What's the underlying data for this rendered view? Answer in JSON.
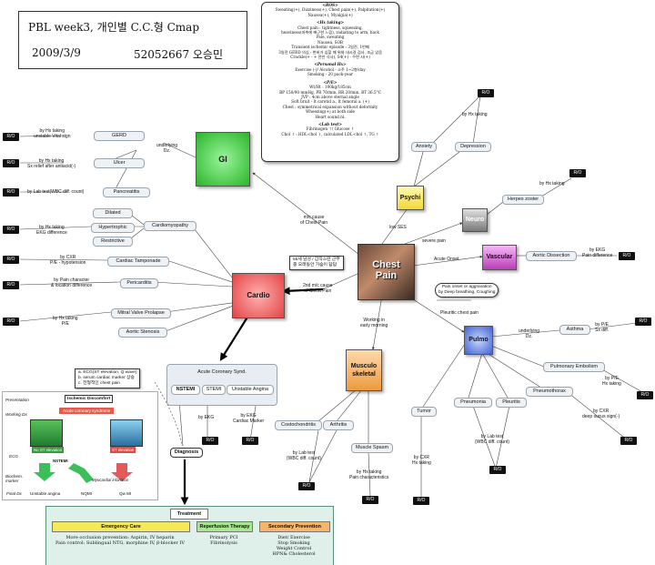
{
  "header": {
    "title": "PBL week3, 개인별 C.C.형 Cmap",
    "date": "2009/3/9",
    "student": "52052667 오승민"
  },
  "info_panel": {
    "ros_title": "<ROS>",
    "ros_lines": [
      "Sweating(+), Dizziness(+), Chest pain(+), Palpitation(+)",
      "Nausea(+), Myalgia(+)"
    ],
    "hx_title": "<Hx taking>",
    "hx_lines": [
      "Chest pain : tightness, squeezing,",
      "heaviness(좌측에 뻐근한 느낌), radiating to arm, back",
      "Pale, sweating",
      "Nausea, SOB",
      "Transient ischemic episode : 3일전, 1번째",
      "3일전 GERD 의심 - 변비가 심할 때 위와 내시경 검사, 조금 있음",
      "Crackle(+ - + 전만 식사), S4(+) - 수면 시(+)"
    ],
    "personal_title": "<Personal Hx>",
    "personal_lines": [
      "Exercise (-)/ Alcohol - 소주 1~2병/day",
      "Smoking - 20 pack-year"
    ],
    "pe_title": "<P/E>",
    "pe_lines": [
      "Wt/Ht : 100kg/185cm",
      "BP 150/90 mmHg, PR 70/min, RR 20/min, BT 36.5°C",
      "JVP : 4cm above sternal angle",
      "Soft bruit - lt carotid a., lt femoral a. (+)",
      "Chest : symmetrical expansion without deformity",
      "Wheezing(+) at both side",
      "Heart sound nl."
    ],
    "lab_title": "<Lab test>",
    "lab_lines": [
      "Fibrinogen ↑/ Glucose ↑",
      "Chol ↑ : HDL-chol ↓, calculated LDL-chol ↑, TG ↑"
    ]
  },
  "center": {
    "line1": "Chest",
    "line2": "Pain"
  },
  "hubs": {
    "gi": "GI",
    "cardio": "Cardio",
    "psychi": "Psychi",
    "neuro": "Neuro",
    "vascular": "Vascular",
    "pulmo": "Pulmo",
    "msk1": "Musculo",
    "msk2": "skeletal"
  },
  "nodes": {
    "gerd": "GERD",
    "ulcer": "Ulcer",
    "pancreatitis": "Pancreatitis",
    "dilated": "Dilated",
    "hypertrophic": "Hypertrophic",
    "restrictive": "Restrictive",
    "cardiomyopathy": "Cardiomyopathy",
    "tamponade": "Cardiac Tamponade",
    "pericarditis": "Pericarditis",
    "mvp": "Mitral Valve Prolapse",
    "aortic_stenosis": "Aortic Stenosis",
    "acs": "Acute Coronary Synd.",
    "nstemi": "NSTEMI",
    "stemi": "STEMI",
    "unstable": "Unstable Angina",
    "diagnosis": "Diagnosis",
    "anxiety": "Anxiety",
    "depression": "Depression",
    "herpes": "Herpes zoster",
    "aortic_dissection": "Aortic Dissection",
    "asthma": "Asthma",
    "pe": "Pulmonary Embolism",
    "pneumonia": "Pneumonia",
    "pleuritis": "Pleuritis",
    "pneumothorax": "Pneumothorax",
    "costochondritis": "Costochondritis",
    "arthritis": "Arthritis",
    "muscle_spasm": "Muscle Spasm",
    "tumor": "Tumor"
  },
  "ro_text": "R/O",
  "labels": {
    "gi_hx1": "by Hx taking",
    "gi_hx2": "unstable Vital sign",
    "underlying1": "underlying",
    "underlying2": "Dz.",
    "ulcer_hx1": "by Hx taking",
    "ulcer_hx2": "Sx relief after antiacid(-)",
    "panc_lab": "by Lab test(WBC diff. count)",
    "cm_hx1": "by Hx taking",
    "cm_hx2": "EKG difference",
    "tamp1": "by CXR",
    "tamp2": "P/E - hypotension",
    "peri1": "by Pain character",
    "peri2": "& location difference",
    "mvp1": "by Hx taking",
    "mvp2": "P/E",
    "gi_cause1": "m/c cause",
    "gi_cause2": "of Chest Pain",
    "cardio_cause1": "2nd m/c cause",
    "cardio_cause2": "of Chest Pain",
    "ses": "low SES",
    "severe": "severe pain",
    "acute": "Acute Onset",
    "psy_hx": "by Hx taking",
    "herpes_hx": "by Hx taking",
    "ad1": "by EKG",
    "ad2": "Pain difference",
    "pleuritic": "Pleuritic chest pain",
    "morning1": "Working in",
    "morning2": "early morning",
    "asthma_underlying1": "underlying",
    "asthma_underlying2": "Dz.",
    "asthma_pe1": "by P/E",
    "asthma_pe2": "Sx diff.",
    "pe_hx1": "by P/E",
    "pe_hx2": "Hx taking",
    "ptx1": "by CXR",
    "ptx2": "deep sucus sign(-)",
    "pulmo_lab1": "by Lab test",
    "pulmo_lab2": "(WBC diff. count)",
    "tumor1": "by CXR",
    "tumor2": "Hx taking",
    "msk_lab1": "by Lab test",
    "msk_lab2": "(WBC diff. count)",
    "spasm1": "by Hx taking",
    "spasm2": "Pain characteristics",
    "stemi_ekg": "by EKG",
    "ua1": "by EKG",
    "ua2": "Cardiac Marker"
  },
  "callouts": {
    "age": [
      "55세 남성 / 갑작스런 근무",
      "중 오래동안 가슴이 답답"
    ],
    "pain": [
      "Pain onset or aggravation",
      "by  Deep breathing, Coughing"
    ],
    "acs_dx": [
      "a. ECG(ST elevation, Q wave)",
      "b. serum cardiac marker 상승",
      "c. 전형적인 chest pain"
    ]
  },
  "ecg_panel": {
    "presentation": "Presentation",
    "working": "Working Dx",
    "ecg": "ECG",
    "biochem1": "Biochem.",
    "biochem2": "marker",
    "final": "Final Dx",
    "ischemic": "Ischemic Discomfort",
    "acs": "Acute coronary syndrome",
    "no_st": "No ST elevation",
    "st": "ST elevation",
    "nstemi": "NSTEMI",
    "unstable": "Unstable angina",
    "mi": "Myocardial infarction",
    "nqmi": "NQMI",
    "qwmi": "Qw MI"
  },
  "treatment": {
    "title": "Treatment",
    "emergency": "Emergency Care",
    "reperfusion": "Reperfusion Therapy",
    "secondary": "Secondary Prevention",
    "emergency_lines": [
      "More occlusion prevention: Aspirin, IV heparin",
      "Pain control: Sublingual NTG, morphine IV, β-blocker IV"
    ],
    "reperfusion_lines": [
      "Primary PCI",
      "Fibrinolysis"
    ],
    "secondary_lines": [
      "Diet/ Exercise",
      "Stop Smoking",
      "Weight Control",
      "HPN& Cholesterol"
    ]
  },
  "colors": {
    "gi": "#3fcf3f",
    "cardio": "#f06a6a",
    "psychi": "#f5e64a",
    "neuro": "#9c9c9c",
    "vascular": "#c94fc9",
    "pulmo": "#4a6fd6",
    "msk": "#f0a24a"
  }
}
